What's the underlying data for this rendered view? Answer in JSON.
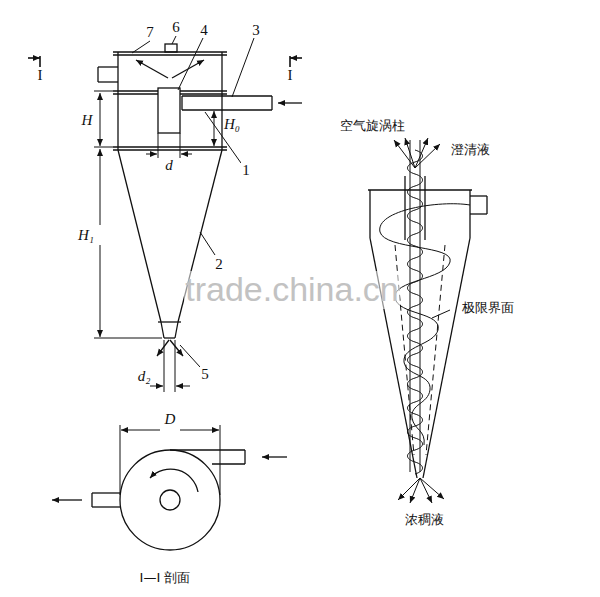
{
  "diagram": {
    "labels": [
      "I",
      "7",
      "6",
      "4",
      "3",
      "I",
      "H",
      "H₀",
      "1",
      "d",
      "2",
      "H₁",
      "5",
      "d₂",
      "D",
      "I—I 剖面",
      "空气旋涡柱",
      "澄清液",
      "极限界面",
      "浓稠液",
      "trade.china.cn"
    ]
  }
}
